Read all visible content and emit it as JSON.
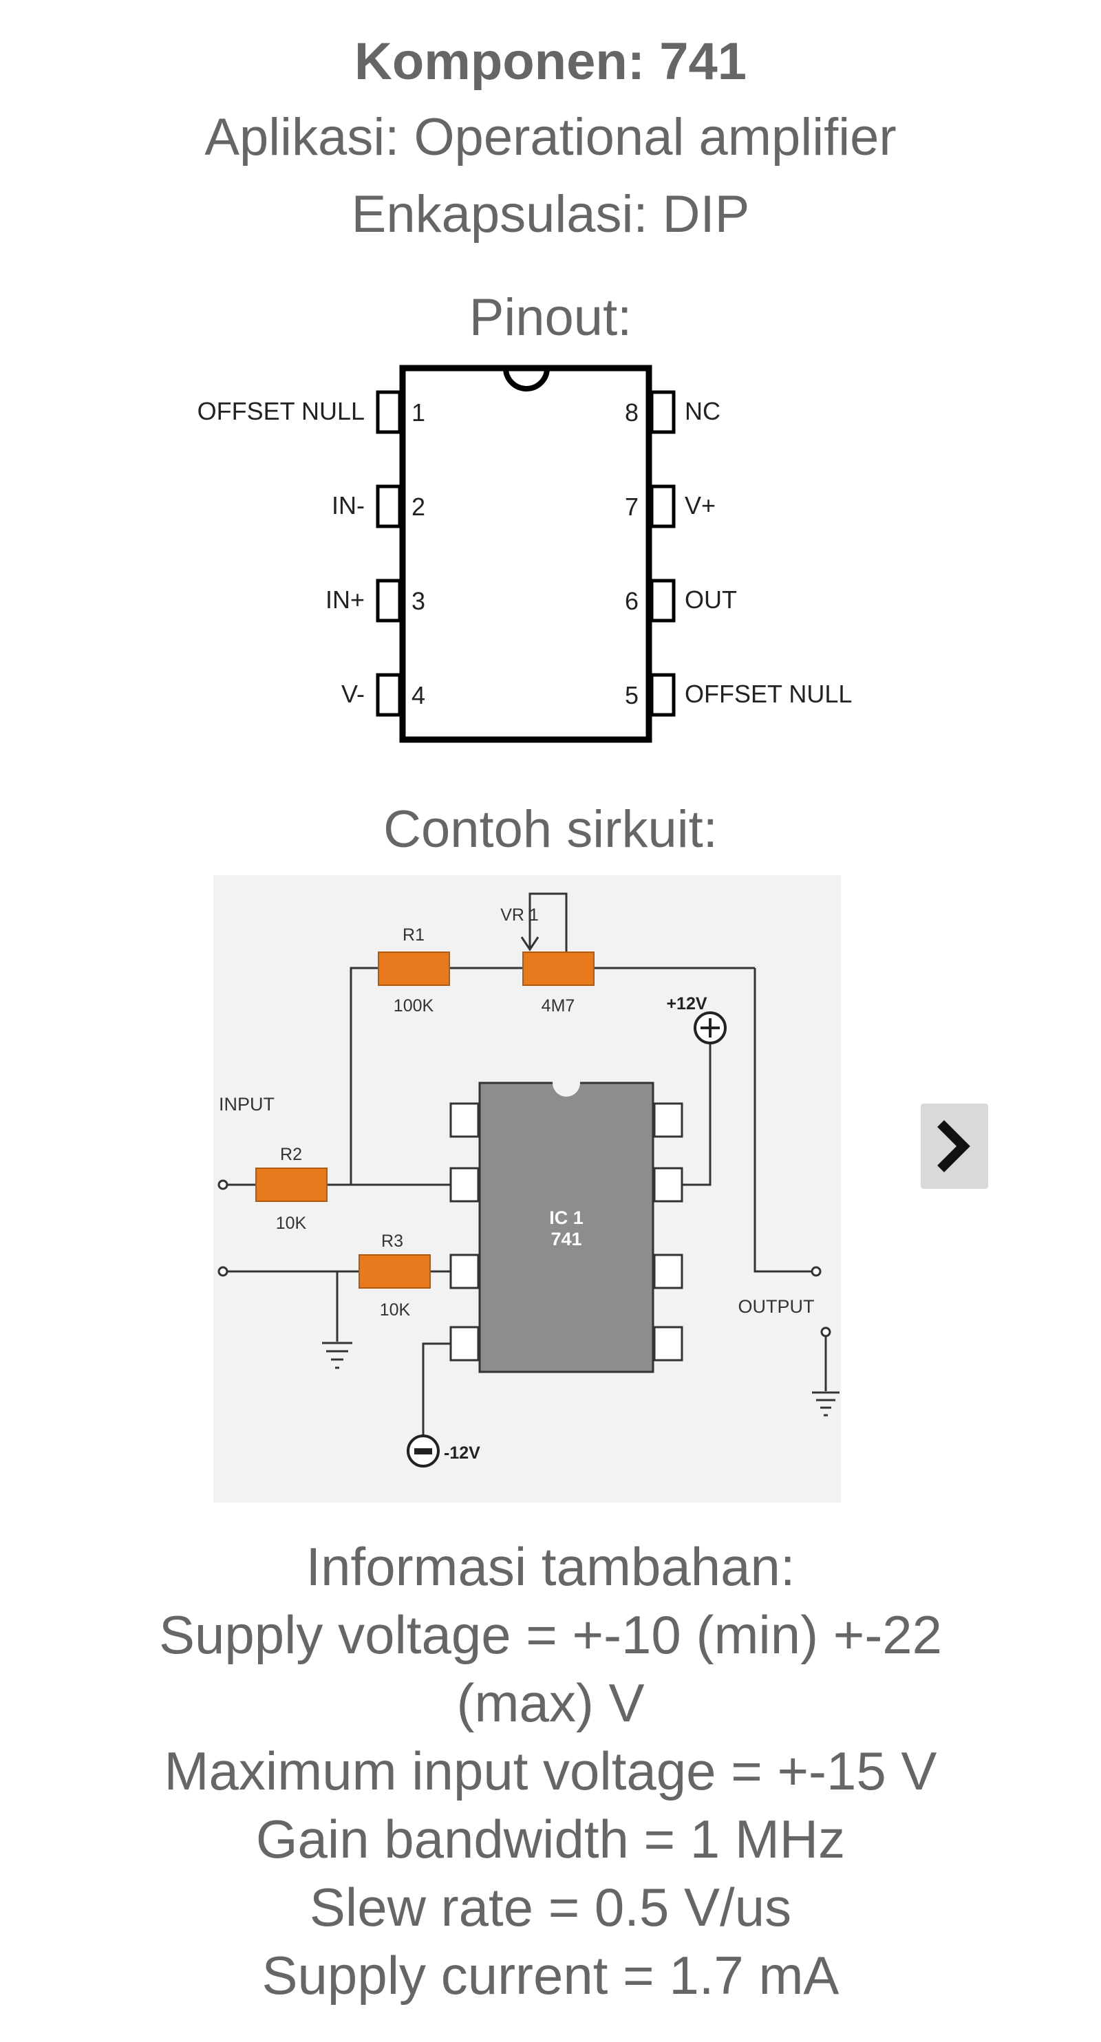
{
  "component": {
    "title": "Komponen: 741"
  },
  "application": {
    "text": "Aplikasi: Operational amplifier"
  },
  "package": {
    "text": "Enkapsulasi: DIP"
  },
  "pinout": {
    "heading": "Pinout:",
    "left_pins": [
      {
        "number": "1",
        "name": "OFFSET NULL"
      },
      {
        "number": "2",
        "name": "IN-"
      },
      {
        "number": "3",
        "name": "IN+"
      },
      {
        "number": "4",
        "name": "V-"
      }
    ],
    "right_pins": [
      {
        "number": "8",
        "name": "NC"
      },
      {
        "number": "7",
        "name": "V+"
      },
      {
        "number": "6",
        "name": "OUT"
      },
      {
        "number": "5",
        "name": "OFFSET NULL"
      }
    ]
  },
  "circuit": {
    "heading": "Contoh sirkuit:",
    "labels": {
      "r1": "R1",
      "r1_value": "100K",
      "vr1": "VR 1",
      "vr1_value": "4M7",
      "r2": "R2",
      "r2_value": "10K",
      "r3": "R3",
      "r3_value": "10K",
      "input": "INPUT",
      "output": "OUTPUT",
      "vpos": "+12V",
      "vneg": "-12V",
      "ic_name": "IC 1",
      "ic_part": "741"
    },
    "colors": {
      "resistor": "#e87a1e",
      "ic_body": "#8f8c8e",
      "background": "#f2f2f2"
    }
  },
  "info": {
    "heading": "Informasi tambahan:",
    "lines": [
      "Supply voltage = +-10 (min) +-22",
      "(max) V",
      "Maximum input voltage = +-15 V",
      "Gain bandwidth = 1 MHz",
      "Slew rate = 0.5 V/us",
      "Supply current = 1.7 mA"
    ]
  },
  "navigation": {
    "next_icon": "chevron-right-icon"
  }
}
